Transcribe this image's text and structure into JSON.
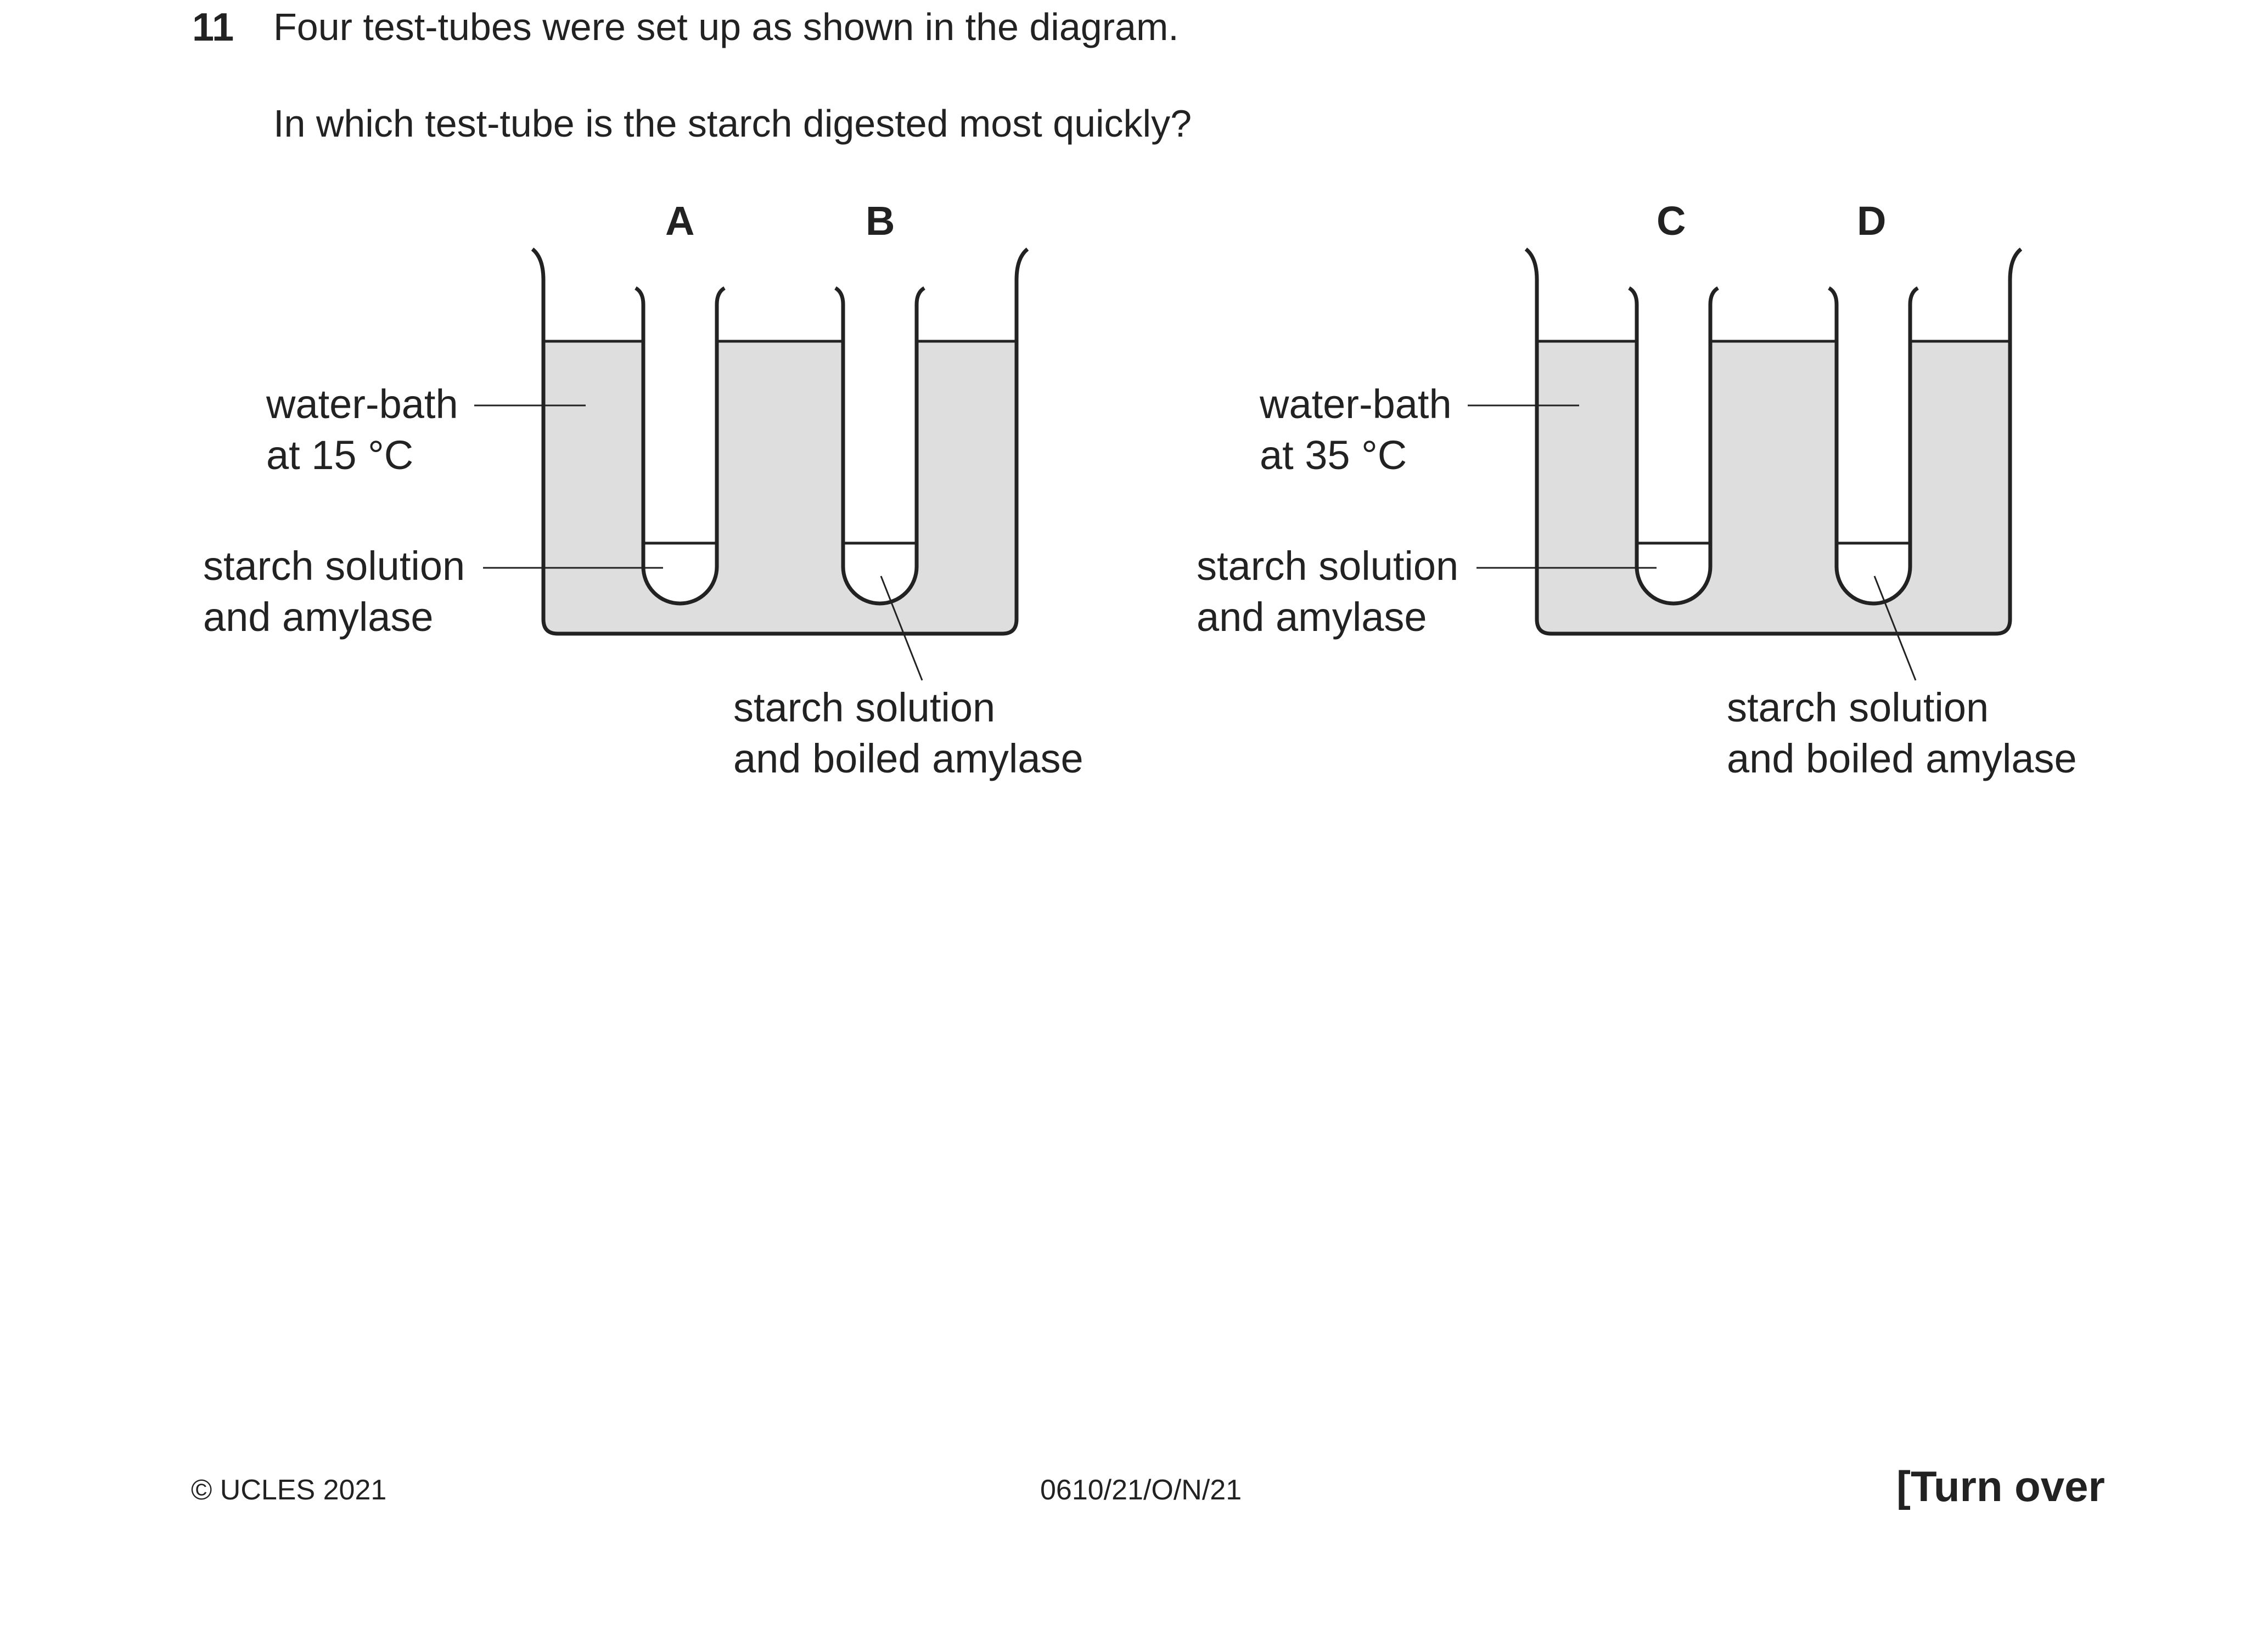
{
  "question": {
    "number": "11",
    "line1": "Four test-tubes were set up as shown in the diagram.",
    "line2": "In which test-tube is the starch digested most quickly?"
  },
  "diagram": {
    "left_bath": {
      "tubes": [
        "A",
        "B"
      ],
      "bath_label": [
        "water-bath",
        "at 15 °C"
      ],
      "tube_label": [
        "starch solution",
        "and amylase"
      ],
      "boiled_label": [
        "starch solution",
        "and boiled amylase"
      ]
    },
    "right_bath": {
      "tubes": [
        "C",
        "D"
      ],
      "bath_label": [
        "water-bath",
        "at 35 °C"
      ],
      "tube_label": [
        "starch solution",
        "and amylase"
      ],
      "boiled_label": [
        "starch solution",
        "and boiled amylase"
      ]
    },
    "water_color": "#dedede",
    "line_color": "#222222"
  },
  "footer": {
    "copyright": "© UCLES 2021",
    "code": "0610/21/O/N/21",
    "turn_over": "[Turn over"
  }
}
